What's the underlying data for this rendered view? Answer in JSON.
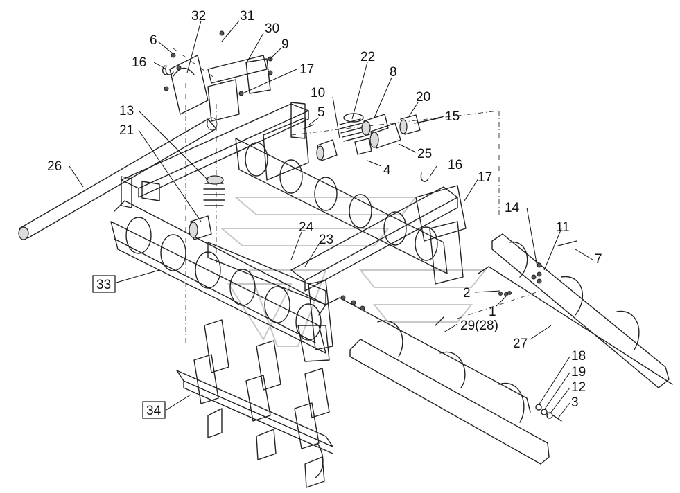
{
  "callouts": [
    {
      "id": "c32",
      "text": "32"
    },
    {
      "id": "c31",
      "text": "31"
    },
    {
      "id": "c30",
      "text": "30"
    },
    {
      "id": "c6",
      "text": "6"
    },
    {
      "id": "c9",
      "text": "9"
    },
    {
      "id": "c16a",
      "text": "16"
    },
    {
      "id": "c22",
      "text": "22"
    },
    {
      "id": "c8",
      "text": "8"
    },
    {
      "id": "c17a",
      "text": "17"
    },
    {
      "id": "c10",
      "text": "10"
    },
    {
      "id": "c20",
      "text": "20"
    },
    {
      "id": "c13",
      "text": "13"
    },
    {
      "id": "c5",
      "text": "5"
    },
    {
      "id": "c15",
      "text": "15"
    },
    {
      "id": "c21",
      "text": "21"
    },
    {
      "id": "c25",
      "text": "25"
    },
    {
      "id": "c16b",
      "text": "16"
    },
    {
      "id": "c26",
      "text": "26"
    },
    {
      "id": "c4",
      "text": "4"
    },
    {
      "id": "c17b",
      "text": "17"
    },
    {
      "id": "c14",
      "text": "14"
    },
    {
      "id": "c11",
      "text": "11"
    },
    {
      "id": "c24",
      "text": "24"
    },
    {
      "id": "c23",
      "text": "23"
    },
    {
      "id": "c7",
      "text": "7"
    },
    {
      "id": "c33",
      "text": "33",
      "boxed": true
    },
    {
      "id": "c2",
      "text": "2"
    },
    {
      "id": "c1",
      "text": "1"
    },
    {
      "id": "c29",
      "text": "29(28)"
    },
    {
      "id": "c27",
      "text": "27"
    },
    {
      "id": "c18",
      "text": "18"
    },
    {
      "id": "c19",
      "text": "19"
    },
    {
      "id": "c12",
      "text": "12"
    },
    {
      "id": "c3",
      "text": "3"
    },
    {
      "id": "c34",
      "text": "34",
      "boxed": true
    }
  ]
}
